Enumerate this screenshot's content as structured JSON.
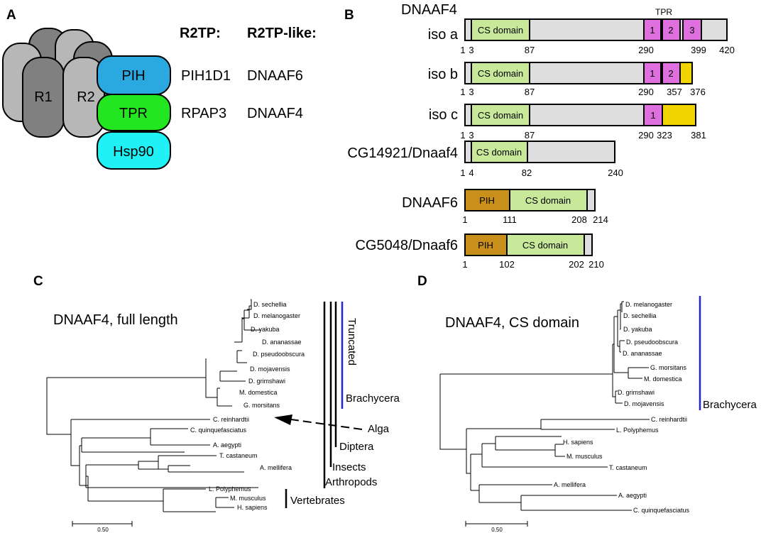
{
  "panel_labels": {
    "a": "A",
    "b": "B",
    "c": "C",
    "d": "D"
  },
  "panel_a": {
    "ring_labels": {
      "r1": "R1",
      "r2": "R2"
    },
    "modules": {
      "pih": "PIH",
      "tpr": "TPR",
      "hsp90": "Hsp90"
    },
    "headers": {
      "r2tp": "R2TP:",
      "r2tp_like": "R2TP-like:"
    },
    "rows": [
      {
        "r2tp": "PIH1D1",
        "r2tp_like": "DNAAF6"
      },
      {
        "r2tp": "RPAP3",
        "r2tp_like": "DNAAF4"
      }
    ],
    "colors": {
      "pih": "#29a9e0",
      "tpr": "#22e61f",
      "hsp90": "#1ff1f5",
      "ring_dark": "#808080",
      "ring_light": "#b7b7b7"
    }
  },
  "panel_b": {
    "title": "DNAAF4",
    "tpr_label": "TPR",
    "cs_label": "CS domain",
    "pih_label": "PIH",
    "colors": {
      "backbone": "#dedede",
      "cs": "#c8e89a",
      "tpr": "#df6fdf",
      "tail": "#f2d400",
      "pih": "#c8901a"
    },
    "proteins": [
      {
        "name": "iso a",
        "length": 420,
        "cs": [
          3,
          87
        ],
        "tpr": [
          {
            "label": "1"
          },
          {
            "label": "2"
          },
          {
            "label": "3"
          }
        ],
        "ticks": [
          "1",
          "3",
          "87",
          "290",
          "399",
          "420"
        ]
      },
      {
        "name": "iso b",
        "length": 376,
        "cs": [
          3,
          87
        ],
        "tpr": [
          {
            "label": "1"
          },
          {
            "label": "2"
          }
        ],
        "ticks": [
          "1",
          "3",
          "87",
          "290",
          "357",
          "376"
        ]
      },
      {
        "name": "iso c",
        "length": 381,
        "cs": [
          3,
          87
        ],
        "tpr": [
          {
            "label": "1"
          }
        ],
        "ticks": [
          "1",
          "3",
          "87",
          "290",
          "323",
          "381"
        ]
      },
      {
        "name": "CG14921/Dnaaf4",
        "length": 240,
        "cs": [
          4,
          82
        ],
        "ticks": [
          "1",
          "4",
          "82",
          "240"
        ]
      },
      {
        "name": "DNAAF6",
        "length": 214,
        "pih": [
          1,
          111
        ],
        "cs": [
          111,
          208
        ],
        "ticks": [
          "1",
          "111",
          "208",
          "214"
        ]
      },
      {
        "name": "CG5048/Dnaaf6",
        "length": 210,
        "pih": [
          1,
          102
        ],
        "cs": [
          102,
          202
        ],
        "ticks": [
          "1",
          "102",
          "202",
          "210"
        ]
      }
    ]
  },
  "panel_c": {
    "title": "DNAAF4, full length",
    "taxa": [
      "D. sechellia",
      "D. melanogaster",
      "D. yakuba",
      "D. ananassae",
      "D. pseudoobscura",
      "D. mojavensis",
      "D. grimshawi",
      "M. domestica",
      "G. morsitans",
      "C. reinhardtii",
      "C. quinquefasciatus",
      "A. aegypti",
      "T. castaneum",
      "A. mellifera",
      "L. Polyphemus",
      "M. musculus",
      "H. sapiens"
    ],
    "groups": {
      "truncated": "Truncated",
      "brachycera": "Brachycera",
      "alga": "Alga",
      "diptera": "Diptera",
      "insects": "Insects",
      "arthropods": "Arthropods",
      "vertebrates": "Vertebrates"
    },
    "scale": "0.50",
    "colors": {
      "brachycera_bar": "#2323d8"
    }
  },
  "panel_d": {
    "title": "DNAAF4, CS domain",
    "taxa": [
      "D. melanogaster",
      "D. sechellia",
      "D. yakuba",
      "D. pseudoobscura",
      "D. ananassae",
      "G. morsitans",
      "M. domestica",
      "D. grimshawi",
      "D. mojavensis",
      "C. reinhardtii",
      "L. Polyphemus",
      "H. sapiens",
      "M. musculus",
      "T. castaneum",
      "A. mellifera",
      "A. aegypti",
      "C. quinquefasciatus"
    ],
    "groups": {
      "brachycera": "Brachycera"
    },
    "scale": "0.50"
  }
}
